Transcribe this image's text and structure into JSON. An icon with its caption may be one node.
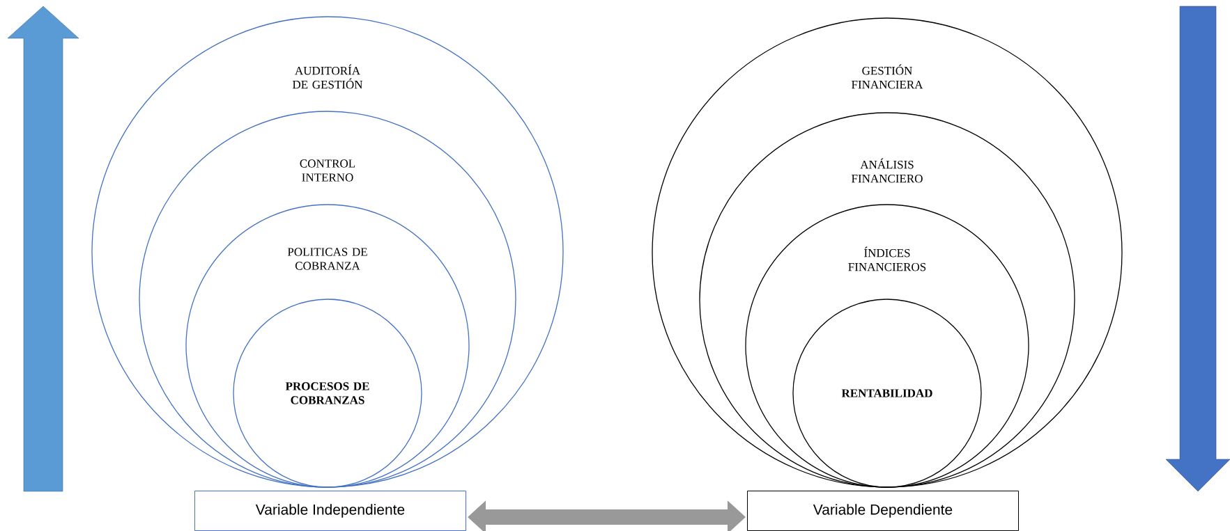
{
  "diagram": {
    "nodes": [
      {
        "text": [
          "AUDITORÍA DE GESTIÓN"
        ]
      },
      {
        "text": [
          "CONTROL INTERNO"
        ],
        "in": 0
      },
      {
        "text": [
          "POLITICAS DE COBRANZA"
        ],
        "in": 1
      },
      {
        "text": [
          "PROCESOS DE COBRANZAS"
        ],
        "in": 2
      },
      {
        "text": [
          "GESTIÓN FINANCIERA"
        ]
      },
      {
        "text": [
          "ANÁLISIS FINANCIERO"
        ],
        "in": 4
      },
      {
        "text": [
          "ÍNDICES FINANCIEROS"
        ],
        "in": 5
      },
      {
        "text": [
          "RENTABILIDAD"
        ],
        "in": 6
      },
      {
        "text": [
          "Variable Independiente"
        ]
      },
      {
        "text": [
          "Variable Dependiente"
        ]
      }
    ],
    "edges": [
      {
        "from": 8,
        "to": 9,
        "arrow": "both"
      }
    ]
  }
}
